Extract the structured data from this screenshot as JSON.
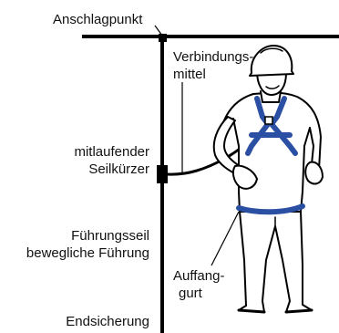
{
  "labels": {
    "anchor_point": "Anschlagpunkt",
    "connector_line1": "Verbindungs-",
    "connector_line2": "mittel",
    "shortener_line1": "mitlaufender",
    "shortener_line2": "Seilkürzer",
    "guide_line1": "Führungsseil",
    "guide_line2": "bewegliche Führung",
    "harness_line1": "Auffang-",
    "harness_line2": "gurt",
    "end_stop": "Endsicherung"
  },
  "colors": {
    "line": "#000000",
    "harness_strap": "#2b4fa3",
    "text": "#111111"
  }
}
